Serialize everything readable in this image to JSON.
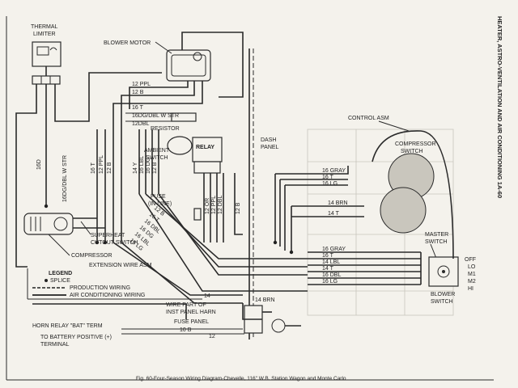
{
  "side_title": "HEATER, ASTRO-VENTILATION AND AIR CONDITIONING 1A-60",
  "caption": "Fig. 60-Four-Season Wiring Diagram-Chevelle, 116\" W.B. Station Wagon and Monte Carlo",
  "components": {
    "thermal_limiter": [
      "THERMAL",
      "LIMITER"
    ],
    "blower_motor": "BLOWER MOTOR",
    "dash_panel": [
      "DASH",
      "PANEL"
    ],
    "control_asm": "CONTROL ASM",
    "compressor_switch": [
      "COMPRESSOR",
      "SWITCH"
    ],
    "resistor": "RESISTOR",
    "ambient_switch": [
      "AMBIENT",
      "SWITCH"
    ],
    "relay": "RELAY",
    "fuse_in_line": [
      "FUSE",
      "(IN LINE)"
    ],
    "superheat_cutout_switch": [
      "SUPERHEAT",
      "CUTOUT SWITCH"
    ],
    "compressor": "COMPRESSOR",
    "extension_wire_asm": "EXTENSION WIRE ASM",
    "master_switch": [
      "MASTER",
      "SWITCH"
    ],
    "blower_switch": [
      "BLOWER",
      "SWITCH"
    ],
    "wire_part_of_inst_panel_harn": [
      "WIRE PART OF",
      "INST PANEL HARN"
    ],
    "fuse_panel": "FUSE PANEL",
    "horn_relay": "HORN RELAY \"BAT\" TERM",
    "battery": [
      "TO BATTERY POSITIVE (+)",
      "TERMINAL"
    ]
  },
  "legend": {
    "title": "LEGEND",
    "items": [
      "SPLICE",
      "PRODUCTION WIRING",
      "AIR CONDITIONING WIRING"
    ]
  },
  "blower_switch_positions": [
    "OFF",
    "LO",
    "M1",
    "M2",
    "HI"
  ],
  "wire_labels": {
    "blower_top": [
      "12 PPL",
      "12 B",
      "16 T",
      "16DG/DBL W STR",
      "12DBL"
    ],
    "vertical_left": [
      "16D",
      "16DG/DBL W STR"
    ],
    "vertical_center_left": [
      "16 T",
      "12 PPL",
      "12 B"
    ],
    "vertical_center": [
      "14 Y",
      "16 LBL",
      "16 DG",
      "12 B"
    ],
    "vertical_relay": [
      "12 OR",
      "12 PPL",
      "12 DBL",
      "12 B"
    ],
    "bundle_diag": [
      "12 B",
      "16 T",
      "16 DBL",
      "16 DG",
      "16 LBL",
      "16 LG"
    ],
    "compressor_terms": [
      "16 GRAY",
      "16 T",
      "16 LG"
    ],
    "master_terms": [
      "14 BRN",
      "14 T"
    ],
    "lower_bundle": [
      "16 GRAY",
      "16 T",
      "14 LBL",
      "14 T",
      "16 DBL",
      "16 LG"
    ],
    "fuse_panel_wire": "14 BRN",
    "wire_14": "14",
    "battery_wire": "10 B",
    "misc_12": "12"
  }
}
